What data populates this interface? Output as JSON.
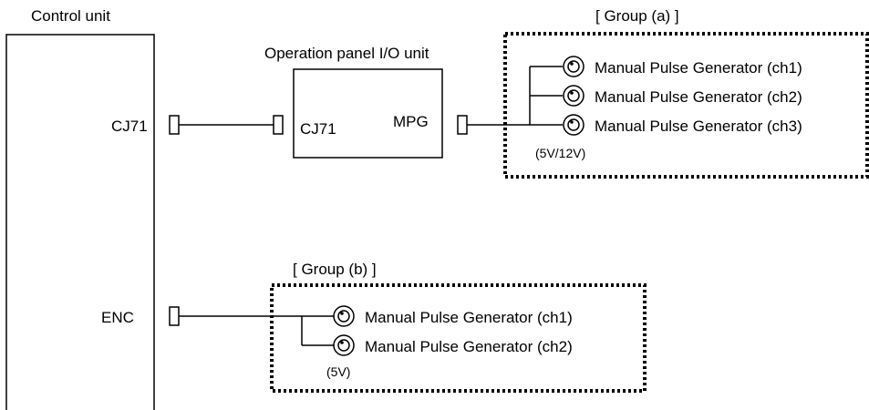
{
  "control_unit": {
    "title": "Control unit",
    "port_cj71": "CJ71",
    "port_enc": "ENC"
  },
  "operation_panel": {
    "title": "Operation panel I/O unit",
    "port_in": "CJ71",
    "port_out": "MPG"
  },
  "group_a": {
    "title": "[ Group (a) ]",
    "devices": [
      "Manual Pulse Generator (ch1)",
      "Manual Pulse Generator (ch2)",
      "Manual Pulse Generator (ch3)"
    ],
    "voltage": "(5V/12V)"
  },
  "group_b": {
    "title": "[ Group (b) ]",
    "devices": [
      "Manual Pulse Generator (ch1)",
      "Manual Pulse Generator (ch2)"
    ],
    "voltage": "(5V)"
  },
  "icons": {
    "generator": "manual-pulse-generator-icon",
    "connector": "connector-icon"
  }
}
